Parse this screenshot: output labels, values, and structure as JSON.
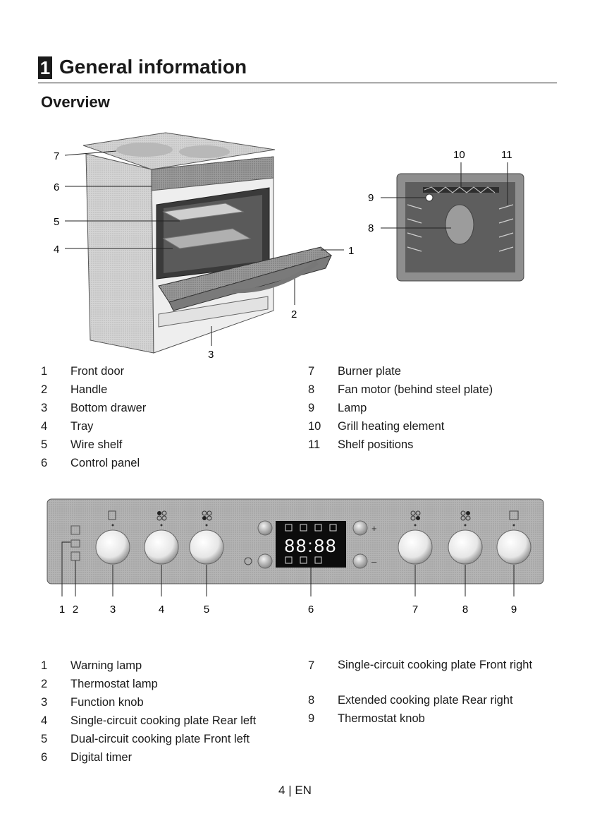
{
  "chapter": {
    "number": "1",
    "title": "General information"
  },
  "section": {
    "title": "Overview"
  },
  "oven_callouts": [
    "7",
    "6",
    "5",
    "4",
    "1",
    "2",
    "3"
  ],
  "interior_callouts": [
    "10",
    "11",
    "9",
    "8"
  ],
  "legend_top_left": [
    {
      "num": "1",
      "text": "Front door"
    },
    {
      "num": "2",
      "text": "Handle"
    },
    {
      "num": "3",
      "text": "Bottom drawer"
    },
    {
      "num": "4",
      "text": "Tray"
    },
    {
      "num": "5",
      "text": "Wire shelf"
    },
    {
      "num": "6",
      "text": "Control panel"
    }
  ],
  "legend_top_right": [
    {
      "num": "7",
      "text": "Burner plate"
    },
    {
      "num": "8",
      "text": "Fan motor (behind steel plate)"
    },
    {
      "num": "9",
      "text": "Lamp"
    },
    {
      "num": "10",
      "text": "Grill heating element"
    },
    {
      "num": "11",
      "text": "Shelf positions"
    }
  ],
  "panel": {
    "display_digits": "88:88",
    "plus_label": "+",
    "minus_label": "–",
    "callouts": [
      "1",
      "2",
      "3",
      "4",
      "5",
      "6",
      "7",
      "8",
      "9"
    ]
  },
  "legend_bottom_left": [
    {
      "num": "1",
      "text": "Warning lamp"
    },
    {
      "num": "2",
      "text": "Thermostat lamp"
    },
    {
      "num": "3",
      "text": "Function knob"
    },
    {
      "num": "4",
      "text": "Single-circuit cooking plate Rear left"
    },
    {
      "num": "5",
      "text": "Dual-circuit cooking plate Front left"
    },
    {
      "num": "6",
      "text": "Digital timer"
    }
  ],
  "legend_bottom_right": [
    {
      "num": "7",
      "text": "Single-circuit cooking plate Front right"
    },
    {
      "num": "8",
      "text": "Extended cooking plate Rear right"
    },
    {
      "num": "9",
      "text": "Thermostat knob"
    }
  ],
  "footer": {
    "page": "4 | EN"
  }
}
